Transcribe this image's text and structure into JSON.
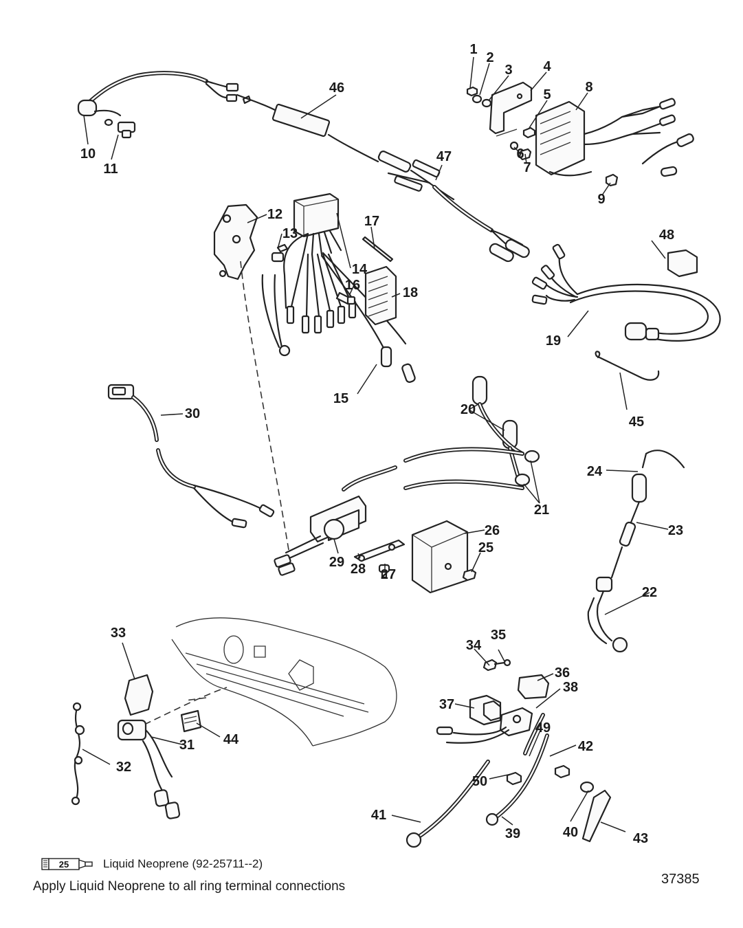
{
  "callouts": {
    "p1": "1",
    "p2": "2",
    "p3": "3",
    "p4": "4",
    "p5": "5",
    "p6": "6",
    "p7": "7",
    "p8": "8",
    "p9": "9",
    "p10": "10",
    "p11": "11",
    "p12": "12",
    "p13": "13",
    "p14": "14",
    "p15": "15",
    "p16": "16",
    "p17": "17",
    "p18": "18",
    "p19": "19",
    "p20": "20",
    "p21": "21",
    "p22": "22",
    "p23": "23",
    "p24": "24",
    "p25": "25",
    "p26": "26",
    "p27": "27",
    "p28": "28",
    "p29": "29",
    "p30": "30",
    "p31": "31",
    "p32": "32",
    "p33": "33",
    "p34": "34",
    "p35": "35",
    "p36": "36",
    "p37": "37",
    "p38": "38",
    "p39": "39",
    "p40": "40",
    "p41": "41",
    "p42": "42",
    "p43": "43",
    "p44": "44",
    "p45": "45",
    "p46": "46",
    "p47": "47",
    "p48": "48",
    "p49": "49",
    "p50": "50"
  },
  "legend": {
    "tube_number": "25",
    "neoprene_label": "Liquid Neoprene (92-25711--2)"
  },
  "note": "Apply Liquid Neoprene to all ring terminal connections",
  "figure_number": "37385"
}
